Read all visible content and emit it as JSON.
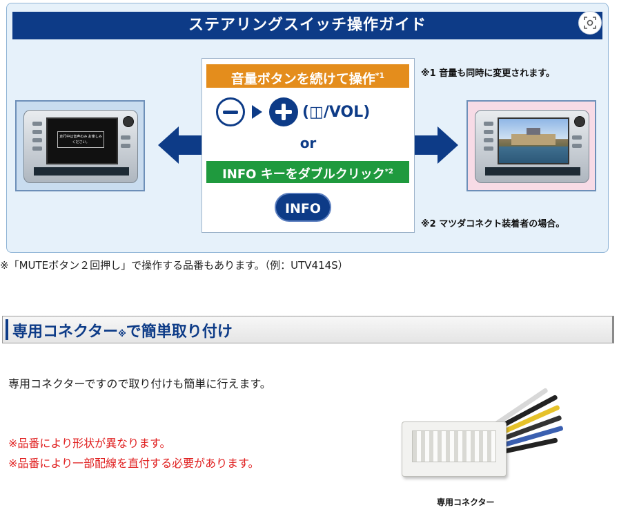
{
  "guide": {
    "title": "ステアリングスイッチ操作ガイド",
    "orange_label": "音量ボタンを続けて操作",
    "orange_mark": "*1",
    "vol_label": "(◫/VOL)",
    "or": "or",
    "green_label": "INFO キーをダブルクリック",
    "green_mark": "*2",
    "info_button": "INFO",
    "note1": "※1 音量も同時に変更されます。",
    "note2": "※2 マツダコネクト装着者の場合。",
    "screen_message": "走行中は音声のみ\nお楽しみください。"
  },
  "footnote": "※「MUTEボタン２回押し」で操作する品番もあります。（例：UTV414S）",
  "section": {
    "title_main": "専用コネクター",
    "title_mark": "※",
    "title_rest": "で簡単取り付け"
  },
  "body": {
    "text": "専用コネクターですので取り付けも簡単に行えます。",
    "note_red_1": "※品番により形状が異なります。",
    "note_red_2": "※品番により一部配線を直付する必要があります。",
    "connector_caption": "専用コネクター"
  },
  "icons": {
    "scan": "image-search-icon",
    "minus": "minus-circle-icon",
    "plus": "plus-circle-icon",
    "play": "play-arrow-icon"
  },
  "colors": {
    "navy": "#0d3b87",
    "orange": "#e48d1c",
    "green": "#1f9a3e",
    "red": "#e02020"
  }
}
